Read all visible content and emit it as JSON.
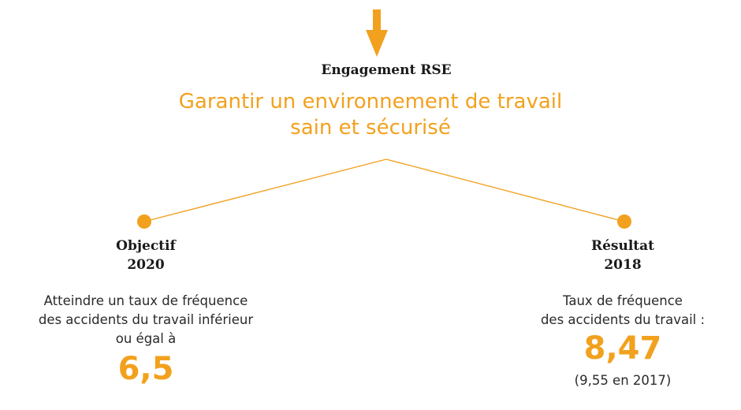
{
  "header": {
    "label": "Engagement RSE",
    "title_line1": "Garantir un environnement de travail",
    "title_line2": "sain et sécurisé"
  },
  "objective": {
    "label_line1": "Objectif",
    "label_line2": "2020",
    "text_line1": "Atteindre un taux de fréquence",
    "text_line2": "des accidents du travail inférieur",
    "text_line3": "ou égal à",
    "value": "6,5"
  },
  "result": {
    "label_line1": "Résultat",
    "label_line2": "2018",
    "text_line1": "Taux de fréquence",
    "text_line2": "des accidents du travail :",
    "value": "8,47",
    "previous": "(9,55 en 2017)"
  },
  "colors": {
    "accent": "#f2a11e",
    "text_dark": "#1a1a1a",
    "text_body": "#2a2a2a"
  }
}
